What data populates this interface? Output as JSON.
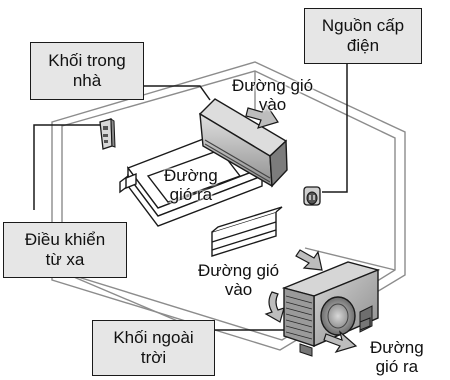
{
  "labels": {
    "indoor_unit": [
      "Khối trong",
      "nhà"
    ],
    "power_supply": [
      "Nguồn cấp",
      "điện"
    ],
    "remote_control": [
      "Điều khiển",
      "từ xa"
    ],
    "outdoor_unit": [
      "Khối ngoài",
      "trời"
    ]
  },
  "airflow": {
    "indoor_inlet": [
      "Đường gió",
      "vào"
    ],
    "indoor_outlet": [
      "Đường",
      "gió ra"
    ],
    "outdoor_inlet": [
      "Đường gió",
      "vào"
    ],
    "outdoor_outlet": [
      "Đường",
      "gió ra"
    ]
  },
  "colors": {
    "label_box_fill": "#e6e6e6",
    "outline": "#1a1a1a",
    "room_outline": "#8c8c8c",
    "unit_fill": "#b9b9b9",
    "arrow_fill": "#bdbdbd",
    "dark": "#444444"
  }
}
